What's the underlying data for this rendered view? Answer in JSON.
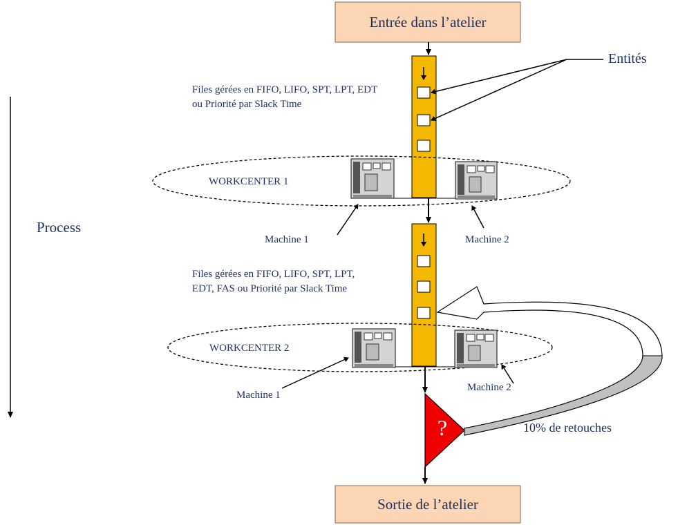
{
  "entry_box": {
    "label": "Entrée dans l’atelier"
  },
  "exit_box": {
    "label": "Sortie de l’atelier"
  },
  "entities_label": "Entités",
  "process_label": "Process",
  "workcenter_1": {
    "name": "WORKCENTER 1",
    "queue_text": "Files gérées en FIFO, LIFO, SPT, LPT, EDT ou Priorité par Slack Time",
    "machine_left": "Machine 1",
    "machine_right": "Machine 2"
  },
  "workcenter_2": {
    "name": "WORKCENTER 2",
    "queue_text": "Files gérées en FIFO, LIFO, SPT, LPT, EDT, FAS ou Priorité par Slack Time",
    "machine_left": "Machine 1",
    "machine_right": "Machine 2"
  },
  "decision": {
    "symbol": "?"
  },
  "rework_label": "10% de retouches",
  "colors": {
    "box_fill": "#fcd5b4",
    "box_border": "#7a6a55",
    "queue_fill": "#f5b800",
    "decision_fill": "#ee0000",
    "text": "#1c2f5c",
    "rework_arrow": "#c0c0c0"
  }
}
